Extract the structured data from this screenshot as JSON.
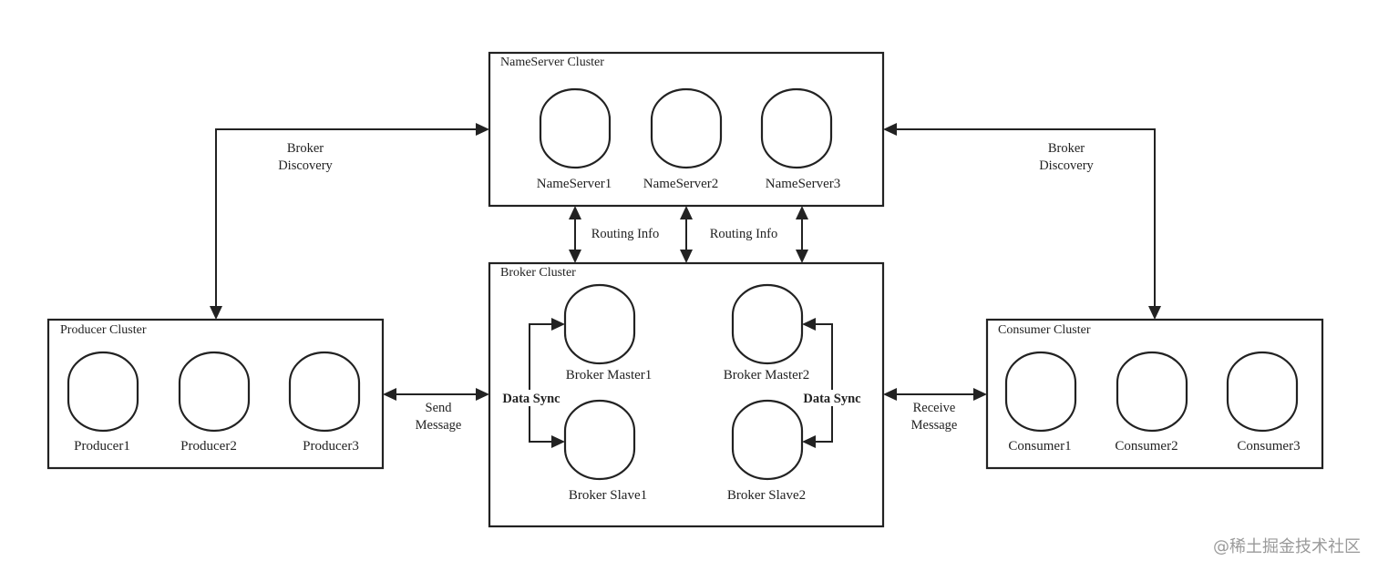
{
  "clusters": {
    "nameserver": {
      "title": "NameServer Cluster",
      "nodes": [
        "NameServer1",
        "NameServer2",
        "NameServer3"
      ]
    },
    "broker": {
      "title": "Broker Cluster",
      "nodes": [
        "Broker Master1",
        "Broker Master2",
        "Broker Slave1",
        "Broker Slave2"
      ]
    },
    "producer": {
      "title": "Producer Cluster",
      "nodes": [
        "Producer1",
        "Producer2",
        "Producer3"
      ]
    },
    "consumer": {
      "title": "Consumer Cluster",
      "nodes": [
        "Consumer1",
        "Consumer2",
        "Consumer3"
      ]
    }
  },
  "edges": {
    "broker_discovery_left": [
      "Broker",
      "Discovery"
    ],
    "broker_discovery_right": [
      "Broker",
      "Discovery"
    ],
    "routing_info_1": "Routing Info",
    "routing_info_2": "Routing Info",
    "send_message": [
      "Send",
      "Message"
    ],
    "receive_message": [
      "Receive",
      "Message"
    ],
    "data_sync_1": "Data Sync",
    "data_sync_2": "Data Sync"
  },
  "watermark": "@稀土掘金技术社区"
}
